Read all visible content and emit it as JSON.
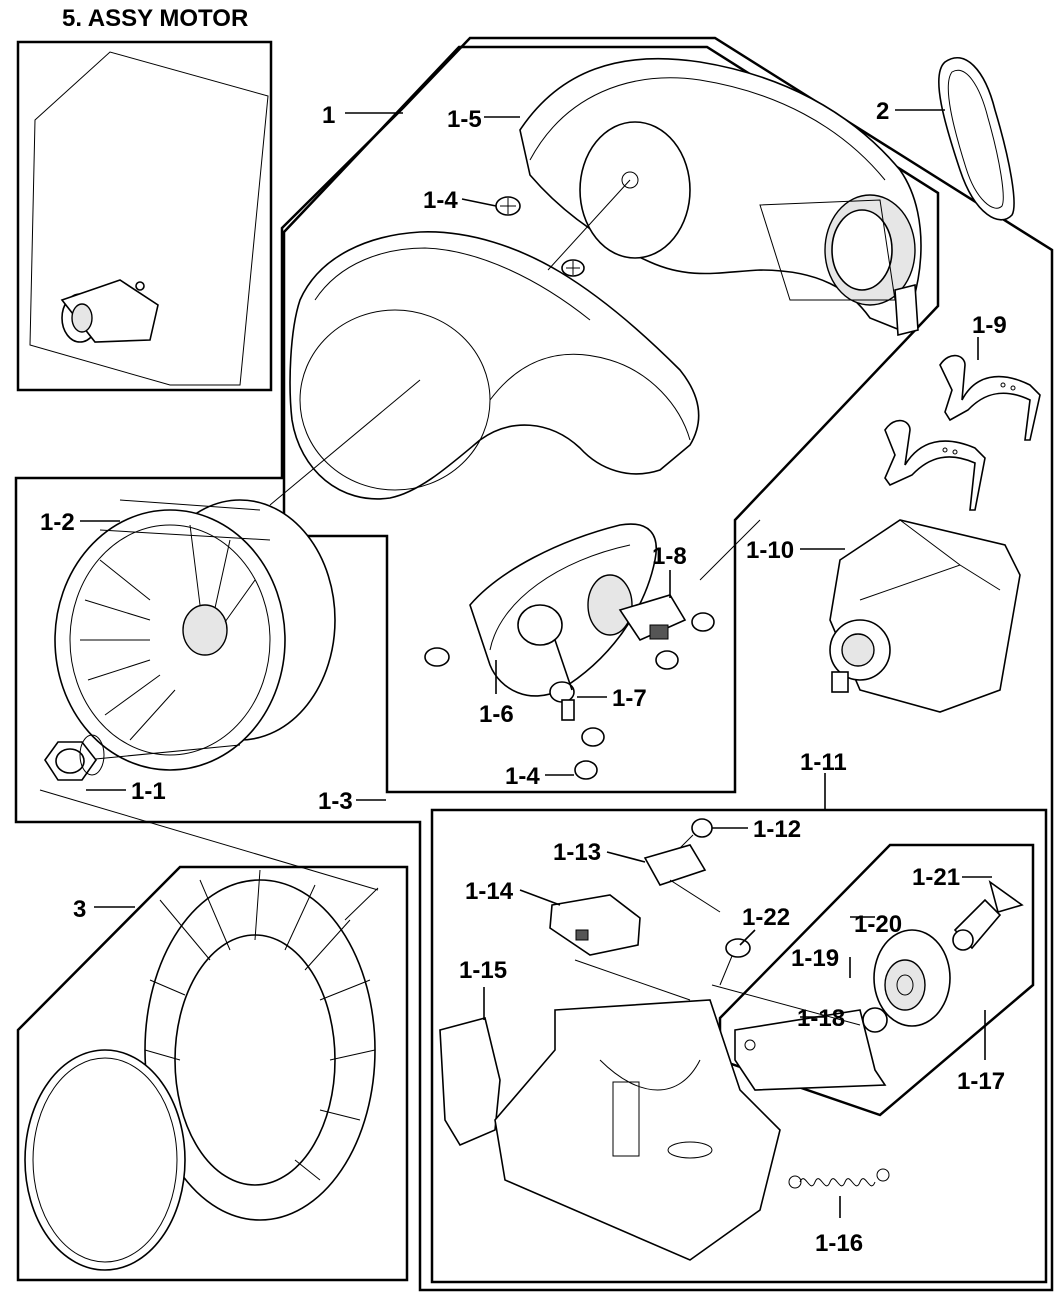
{
  "title": "5. ASSY MOTOR",
  "labels": {
    "p1": "1",
    "p1_5": "1-5",
    "p1_4a": "1-4",
    "p2": "2",
    "p1_9": "1-9",
    "p1_2": "1-2",
    "p1_8": "1-8",
    "p1_10": "1-10",
    "p1_7": "1-7",
    "p1_6": "1-6",
    "p1_3": "1-3",
    "p1_4b": "1-4",
    "p1_1": "1-1",
    "p1_11": "1-11",
    "p1_12": "1-12",
    "p1_13": "1-13",
    "p1_14": "1-14",
    "p1_21": "1-21",
    "p1_22": "1-22",
    "p1_20": "1-20",
    "p1_19": "1-19",
    "p3": "3",
    "p1_15": "1-15",
    "p1_18": "1-18",
    "p1_17": "1-17",
    "p1_16": "1-16"
  }
}
